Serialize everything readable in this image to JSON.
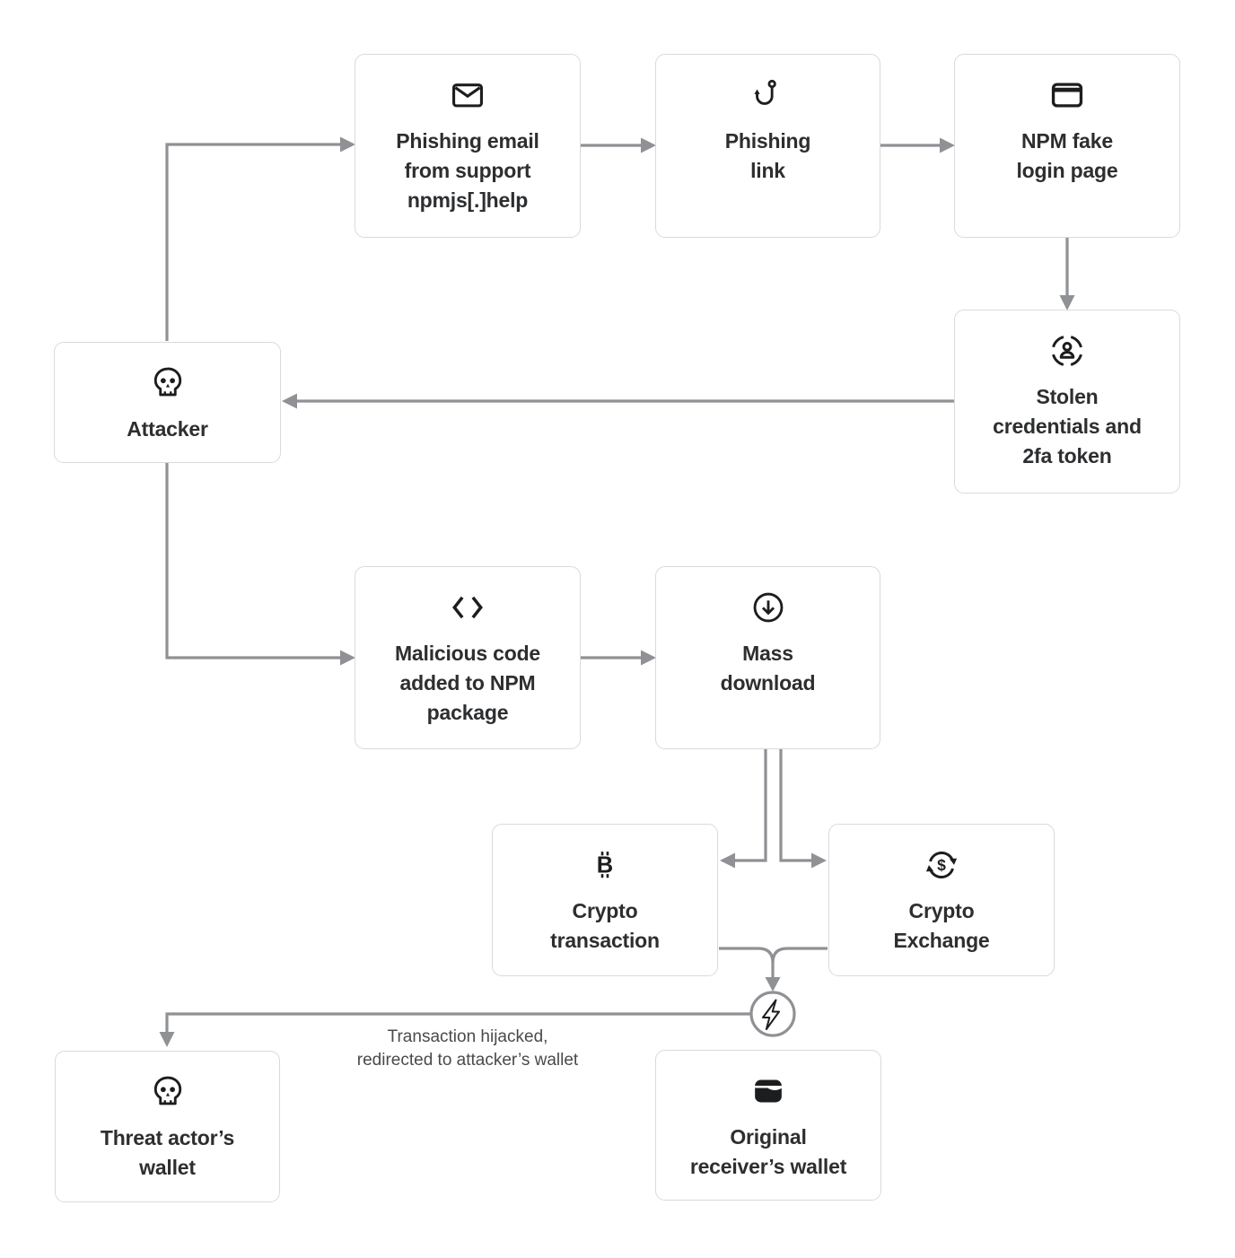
{
  "diagram": {
    "nodes": [
      {
        "id": "phishing-email",
        "label": "Phishing email\nfrom support\nnpmjs[.]help",
        "icon": "envelope-icon"
      },
      {
        "id": "phishing-link",
        "label": "Phishing\nlink",
        "icon": "fish-hook-icon"
      },
      {
        "id": "npm-fake-login",
        "label": "NPM fake\nlogin page",
        "icon": "browser-window-icon"
      },
      {
        "id": "stolen-credentials",
        "label": "Stolen\ncredentials and\n2fa token",
        "icon": "user-focus-icon"
      },
      {
        "id": "attacker",
        "label": "Attacker",
        "icon": "skull-icon"
      },
      {
        "id": "malicious-code",
        "label": "Malicious code\nadded to NPM\npackage",
        "icon": "code-icon"
      },
      {
        "id": "mass-download",
        "label": "Mass\ndownload",
        "icon": "download-circle-icon"
      },
      {
        "id": "crypto-transaction",
        "label": "Crypto\ntransaction",
        "icon": "bitcoin-icon"
      },
      {
        "id": "crypto-exchange",
        "label": "Crypto\nExchange",
        "icon": "currency-exchange-icon"
      },
      {
        "id": "threat-actor-wallet",
        "label": "Threat actor’s\nwallet",
        "icon": "skull-icon"
      },
      {
        "id": "original-receiver-wallet",
        "label": "Original\nreceiver’s wallet",
        "icon": "wallet-icon"
      }
    ],
    "annotation": {
      "line1": "Transaction hijacked,",
      "line2": "redirected to attacker’s wallet"
    },
    "badge": {
      "icon": "lightning-icon"
    },
    "edges": [
      {
        "from": "attacker",
        "to": "phishing-email"
      },
      {
        "from": "phishing-email",
        "to": "phishing-link"
      },
      {
        "from": "phishing-link",
        "to": "npm-fake-login"
      },
      {
        "from": "npm-fake-login",
        "to": "stolen-credentials"
      },
      {
        "from": "stolen-credentials",
        "to": "attacker"
      },
      {
        "from": "attacker",
        "to": "malicious-code"
      },
      {
        "from": "malicious-code",
        "to": "mass-download"
      },
      {
        "from": "mass-download",
        "to": "crypto-transaction"
      },
      {
        "from": "mass-download",
        "to": "crypto-exchange"
      },
      {
        "from": "crypto-transaction",
        "to": "lightning-badge"
      },
      {
        "from": "crypto-exchange",
        "to": "lightning-badge"
      },
      {
        "from": "lightning-badge",
        "to": "threat-actor-wallet"
      }
    ],
    "colors": {
      "background": "#ffffff",
      "connector": "#8f9194",
      "node_border": "#d9dadc",
      "node_text": "#2d2e30",
      "icon": "#1c1d1f",
      "annotation_text": "#4a4a4c"
    }
  }
}
